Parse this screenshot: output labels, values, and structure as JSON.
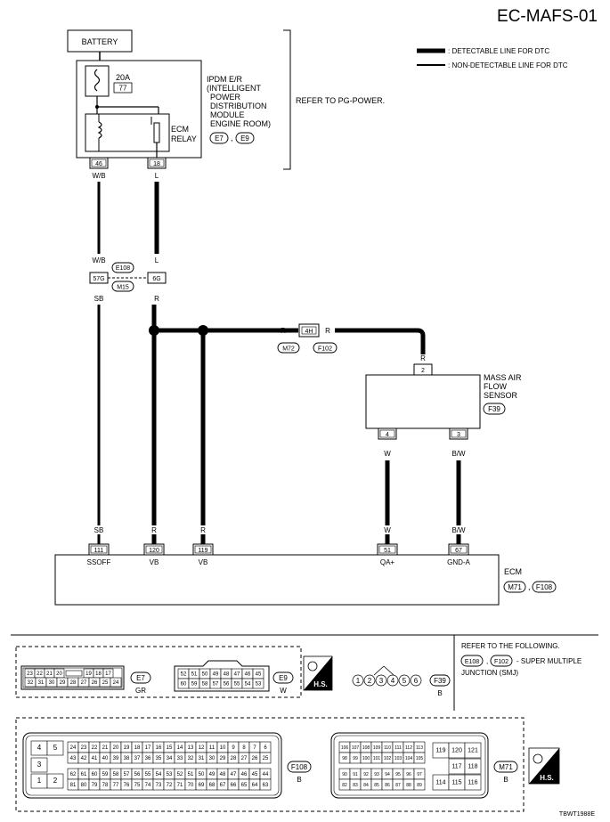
{
  "title": "EC-MAFS-01",
  "legend": {
    "detectable": ": DETECTABLE LINE FOR DTC",
    "non_detectable": ": NON-DETECTABLE LINE FOR DTC"
  },
  "battery": "BATTERY",
  "fuse": {
    "amps": "20A",
    "number": "77"
  },
  "ipdm": {
    "lines": [
      "IPDM E/R",
      "(INTELLIGENT",
      "POWER",
      "DISTRIBUTION",
      "MODULE",
      "ENGINE ROOM)"
    ],
    "connectors": [
      "E7",
      "E9"
    ],
    "relay_lines": [
      "ECM",
      "RELAY"
    ],
    "terminals": [
      "46",
      "18"
    ],
    "refer": "REFER TO PG-POWER."
  },
  "wires": {
    "wb_left": "W/B",
    "l": "L",
    "sb": "SB",
    "r": "R",
    "w": "W",
    "bw": "B/W"
  },
  "joint": {
    "left_terminal": "57G",
    "right_terminal": "6G",
    "connectors": [
      "E108",
      "M15"
    ],
    "smj_terminal": "4H",
    "smj_connectors": [
      "M72",
      "F102"
    ]
  },
  "maf": {
    "lines": [
      "MASS AIR",
      "FLOW",
      "SENSOR"
    ],
    "connector": "F39",
    "terminals": [
      "2",
      "4",
      "3"
    ]
  },
  "ecm": {
    "label": "ECM",
    "connectors": [
      "M71",
      "F108"
    ],
    "terminals": [
      {
        "num": "111",
        "name": "SSOFF",
        "wire": "SB"
      },
      {
        "num": "120",
        "name": "VB",
        "wire": "R"
      },
      {
        "num": "119",
        "name": "VB",
        "wire": "R"
      },
      {
        "num": "51",
        "name": "QA+",
        "wire": "W"
      },
      {
        "num": "67",
        "name": "GND-A",
        "wire": "B/W"
      }
    ]
  },
  "bottom": {
    "e7": {
      "name": "E7",
      "color": "GR",
      "row1": [
        "23",
        "22",
        "21",
        "20",
        "",
        "19",
        "18",
        "17"
      ],
      "row2": [
        "32",
        "31",
        "30",
        "29",
        "28",
        "27",
        "26",
        "25",
        "24"
      ]
    },
    "e9": {
      "name": "E9",
      "color": "W",
      "row1": [
        "52",
        "51",
        "50",
        "49",
        "48",
        "47",
        "46",
        "45"
      ],
      "row2": [
        "60",
        "59",
        "58",
        "57",
        "56",
        "55",
        "54",
        "53"
      ]
    },
    "f39": {
      "name": "F39",
      "color": "B",
      "pins": [
        "1",
        "2",
        "3",
        "4",
        "5",
        "6"
      ]
    },
    "hs": "H.S.",
    "refer_text": "REFER TO THE FOLLOWING.",
    "smj_connectors": [
      "E108",
      "F102"
    ],
    "smj_text": "- SUPER MULTIPLE",
    "smj_text2": "JUNCTION (SMJ)",
    "f108": {
      "name": "F108",
      "color": "B",
      "left": [
        "4",
        "5",
        "3",
        "1",
        "2"
      ],
      "rows": [
        [
          "24",
          "23",
          "22",
          "21",
          "20",
          "19",
          "18",
          "17",
          "16",
          "15",
          "14",
          "13",
          "12",
          "11",
          "10",
          "9",
          "8",
          "7",
          "6"
        ],
        [
          "43",
          "42",
          "41",
          "40",
          "39",
          "38",
          "37",
          "36",
          "35",
          "34",
          "33",
          "32",
          "31",
          "30",
          "29",
          "28",
          "27",
          "26",
          "25"
        ],
        [
          "62",
          "61",
          "60",
          "59",
          "58",
          "57",
          "56",
          "55",
          "54",
          "53",
          "52",
          "51",
          "50",
          "49",
          "48",
          "47",
          "46",
          "45",
          "44"
        ],
        [
          "81",
          "80",
          "79",
          "78",
          "77",
          "76",
          "75",
          "74",
          "73",
          "72",
          "71",
          "70",
          "69",
          "68",
          "67",
          "66",
          "65",
          "64",
          "63"
        ]
      ]
    },
    "m71": {
      "name": "M71",
      "color": "B",
      "rows": [
        [
          "106",
          "107",
          "108",
          "109",
          "110",
          "111",
          "112",
          "113"
        ],
        [
          "98",
          "99",
          "100",
          "101",
          "102",
          "103",
          "104",
          "105"
        ],
        [
          "90",
          "91",
          "92",
          "93",
          "94",
          "95",
          "96",
          "97"
        ],
        [
          "82",
          "83",
          "84",
          "85",
          "86",
          "87",
          "88",
          "89"
        ]
      ],
      "right_rows": [
        [
          "119",
          "120",
          "121"
        ],
        [
          "117",
          "118"
        ],
        [
          "114",
          "115",
          "116"
        ]
      ]
    },
    "code": "TBWT1988E"
  }
}
